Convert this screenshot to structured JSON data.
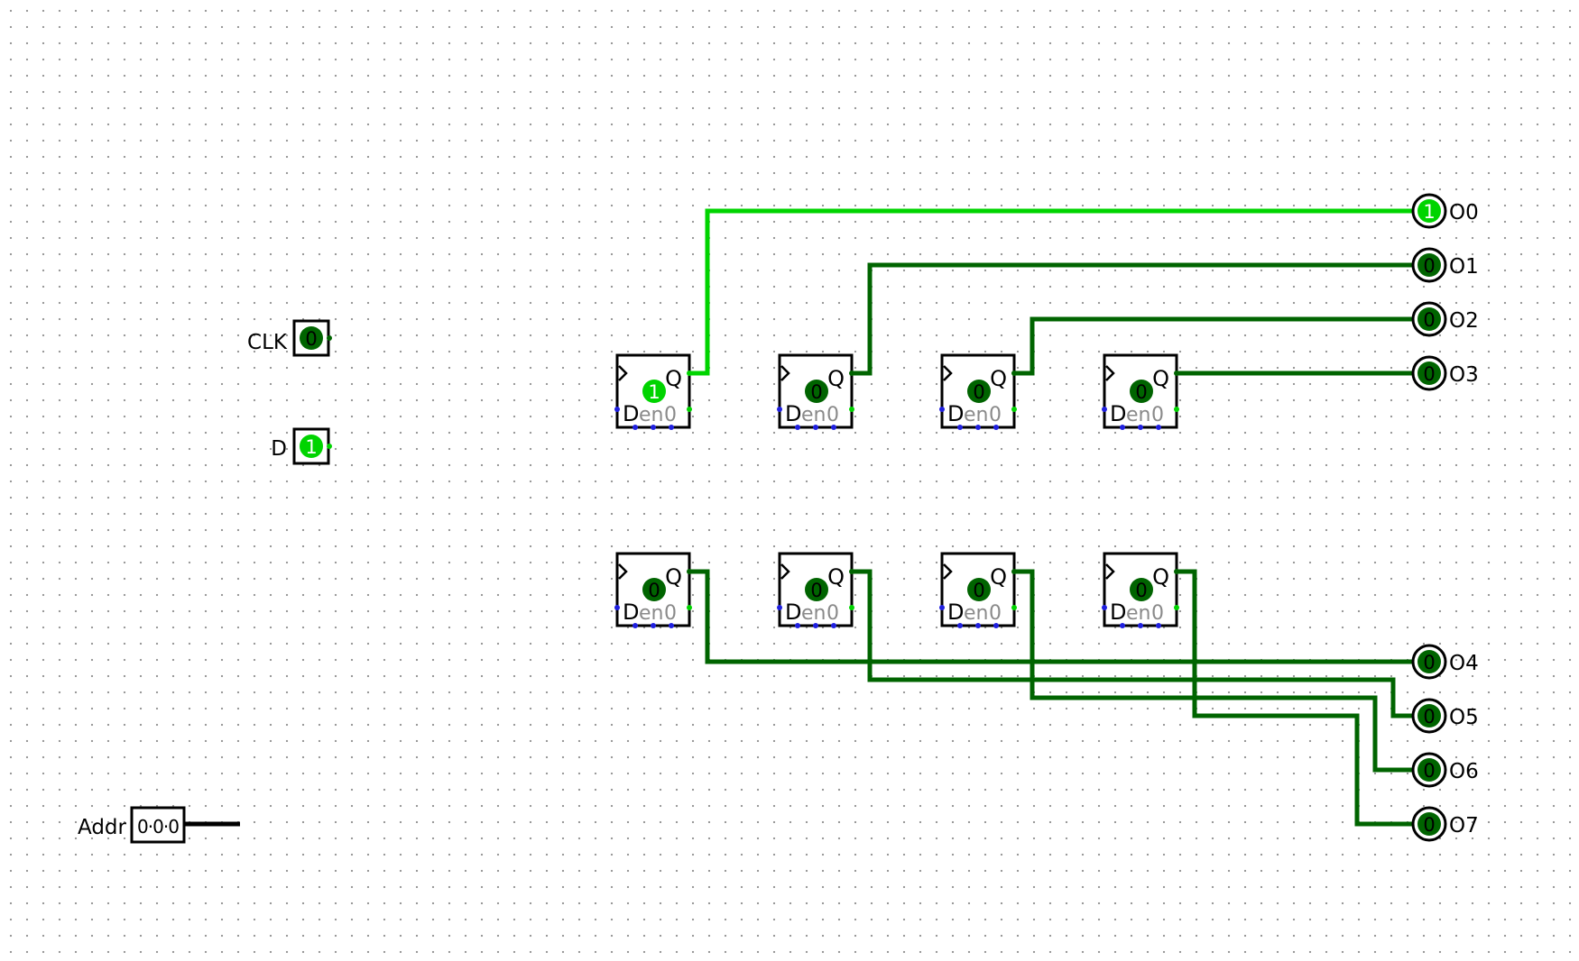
{
  "colors": {
    "high": "#00d400",
    "low": "#006400",
    "ink": "#000000",
    "enable_text": "#8a8a8a",
    "port": "#2020e0"
  },
  "inputs": {
    "clk": {
      "label": "CLK",
      "value": "0"
    },
    "d": {
      "label": "D",
      "value": "1"
    },
    "addr": {
      "label": "Addr",
      "value": "0·0·0"
    }
  },
  "flipflop_labels": {
    "d": "D",
    "en": "en",
    "q": "Q",
    "zero": "0"
  },
  "flipflops": [
    {
      "id": "ff0",
      "q": "1"
    },
    {
      "id": "ff1",
      "q": "0"
    },
    {
      "id": "ff2",
      "q": "0"
    },
    {
      "id": "ff3",
      "q": "0"
    },
    {
      "id": "ff4",
      "q": "0"
    },
    {
      "id": "ff5",
      "q": "0"
    },
    {
      "id": "ff6",
      "q": "0"
    },
    {
      "id": "ff7",
      "q": "0"
    }
  ],
  "outputs": [
    {
      "label": "O0",
      "value": "1"
    },
    {
      "label": "O1",
      "value": "0"
    },
    {
      "label": "O2",
      "value": "0"
    },
    {
      "label": "O3",
      "value": "0"
    },
    {
      "label": "O4",
      "value": "0"
    },
    {
      "label": "O5",
      "value": "0"
    },
    {
      "label": "O6",
      "value": "0"
    },
    {
      "label": "O7",
      "value": "0"
    }
  ]
}
